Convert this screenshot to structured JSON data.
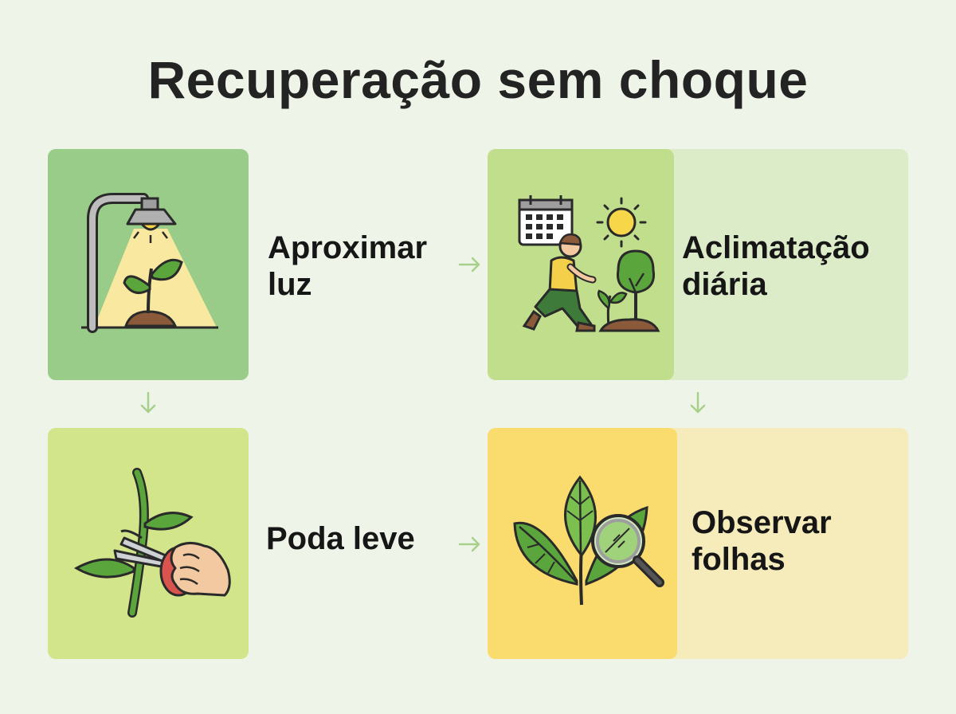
{
  "title": "Recuperação sem choque",
  "steps": [
    {
      "line1": "Aproximar",
      "line2": "luz",
      "icon": "grow-lamp-icon"
    },
    {
      "line1": "Aclimatação",
      "line2": "diária",
      "icon": "gardener-calendar-sun-icon"
    },
    {
      "line1": "Poda leve",
      "line2": "",
      "icon": "pruning-shears-icon"
    },
    {
      "line1": "Observar",
      "line2": "folhas",
      "icon": "leaf-magnifier-icon"
    }
  ],
  "colors": {
    "background": "#eef5e8",
    "tile_green": "#98cc88",
    "tile_lime": "#c0de8c",
    "tile_yellowgreen": "#d3e58a",
    "tile_yellow": "#f9db6e",
    "arrow": "#a8d08c"
  }
}
